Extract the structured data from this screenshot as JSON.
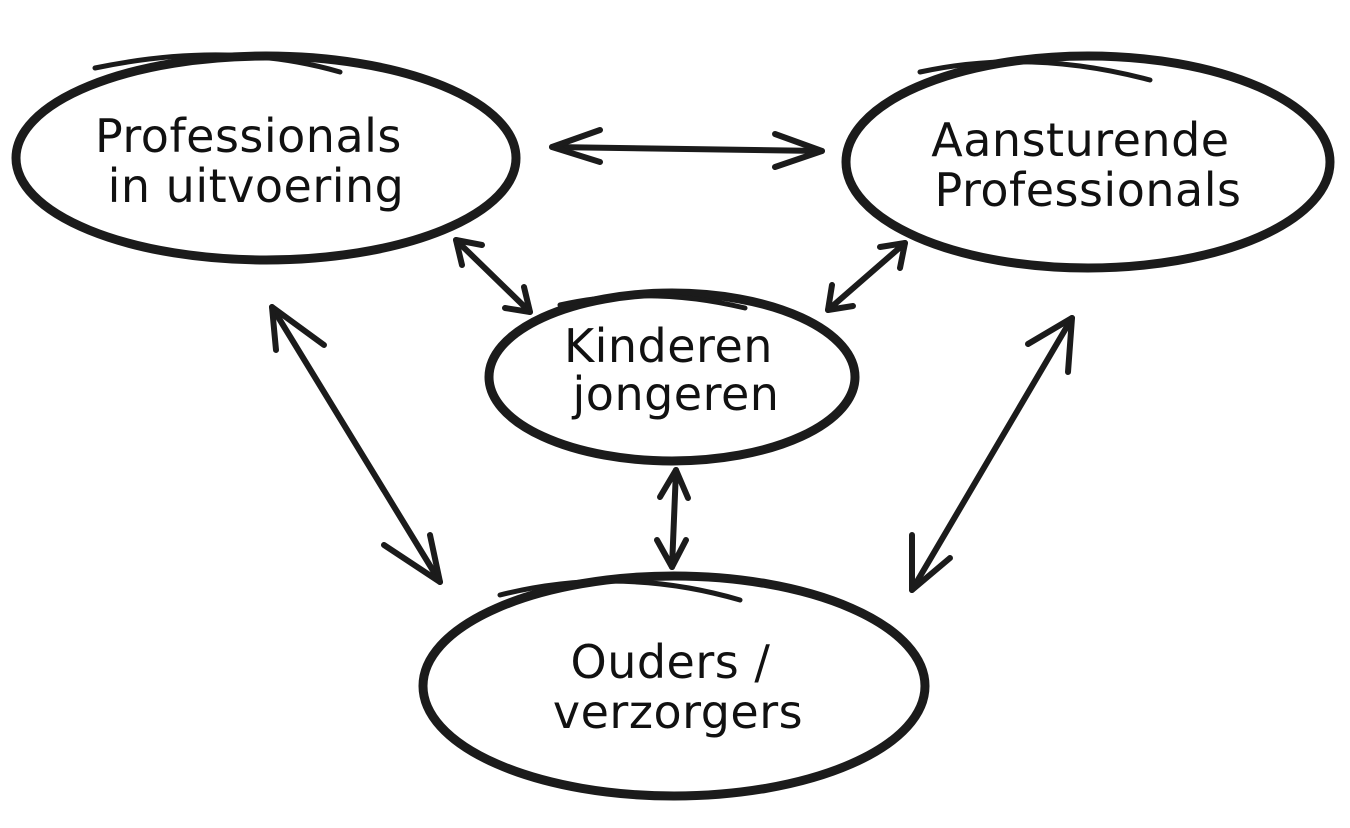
{
  "diagram": {
    "nodes": [
      {
        "id": "professionals-uitvoering",
        "lines": [
          "Professionals",
          "in uitvoering"
        ]
      },
      {
        "id": "aansturende-professionals",
        "lines": [
          "Aansturende",
          "Professionals"
        ]
      },
      {
        "id": "kinderen-jongeren",
        "lines": [
          "Kinderen",
          "jongeren"
        ]
      },
      {
        "id": "ouders-verzorgers",
        "lines": [
          "Ouders /",
          "verzorgers"
        ]
      }
    ],
    "edges": [
      {
        "from": "professionals-uitvoering",
        "to": "aansturende-professionals",
        "direction": "both"
      },
      {
        "from": "professionals-uitvoering",
        "to": "kinderen-jongeren",
        "direction": "both"
      },
      {
        "from": "aansturende-professionals",
        "to": "kinderen-jongeren",
        "direction": "both"
      },
      {
        "from": "kinderen-jongeren",
        "to": "ouders-verzorgers",
        "direction": "both"
      },
      {
        "from": "professionals-uitvoering",
        "to": "ouders-verzorgers",
        "direction": "both"
      },
      {
        "from": "aansturende-professionals",
        "to": "ouders-verzorgers",
        "direction": "both"
      }
    ],
    "colors": {
      "ink": "#1b1b1b",
      "background": "#ffffff"
    }
  }
}
